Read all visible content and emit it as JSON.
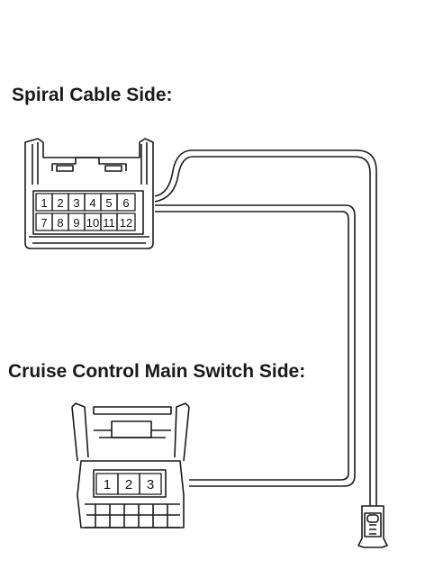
{
  "labels": {
    "spiral_side": "Spiral Cable Side:",
    "cruise_side": "Cruise Control Main Switch Side:"
  },
  "spiral_connector": {
    "row1": [
      "1",
      "2",
      "3",
      "4",
      "5",
      "6"
    ],
    "row2": [
      "7",
      "8",
      "9",
      "10",
      "11",
      "12"
    ]
  },
  "cruise_connector": {
    "pins": [
      "1",
      "2",
      "3"
    ]
  },
  "colors": {
    "line": "#1a1a1a",
    "background": "#ffffff"
  }
}
